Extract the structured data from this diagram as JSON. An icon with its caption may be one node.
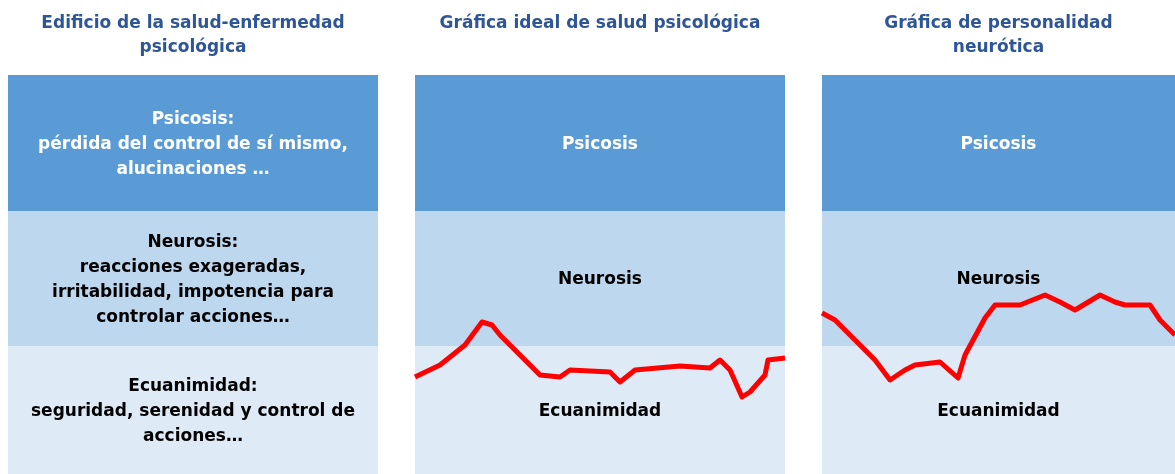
{
  "diagram": {
    "nodes": [
      {
        "text": [
          "Psicosis:",
          "pérdida del control de sí mismo, alucinaciones …"
        ]
      },
      {
        "text": [
          "Neurosis:",
          "reacciones exageradas, irritabilidad, impotencia para controlar acciones…"
        ]
      },
      {
        "text": [
          "Ecuanimidad:",
          "seguridad, serenidad y control de acciones…"
        ]
      },
      {
        "text": [
          "Psicosis"
        ]
      },
      {
        "text": [
          "Neurosis"
        ]
      },
      {
        "text": [
          "Ecuanimidad"
        ]
      },
      {
        "text": [
          "Psicosis"
        ]
      },
      {
        "text": [
          "Neurosis"
        ]
      },
      {
        "text": [
          "Ecuanimidad"
        ]
      }
    ],
    "labels": [
      "Edificio de la salud-enfermedad psicológica",
      "Gráfica ideal de salud psicológica",
      "Gráfica de personalidad neurótica"
    ]
  }
}
